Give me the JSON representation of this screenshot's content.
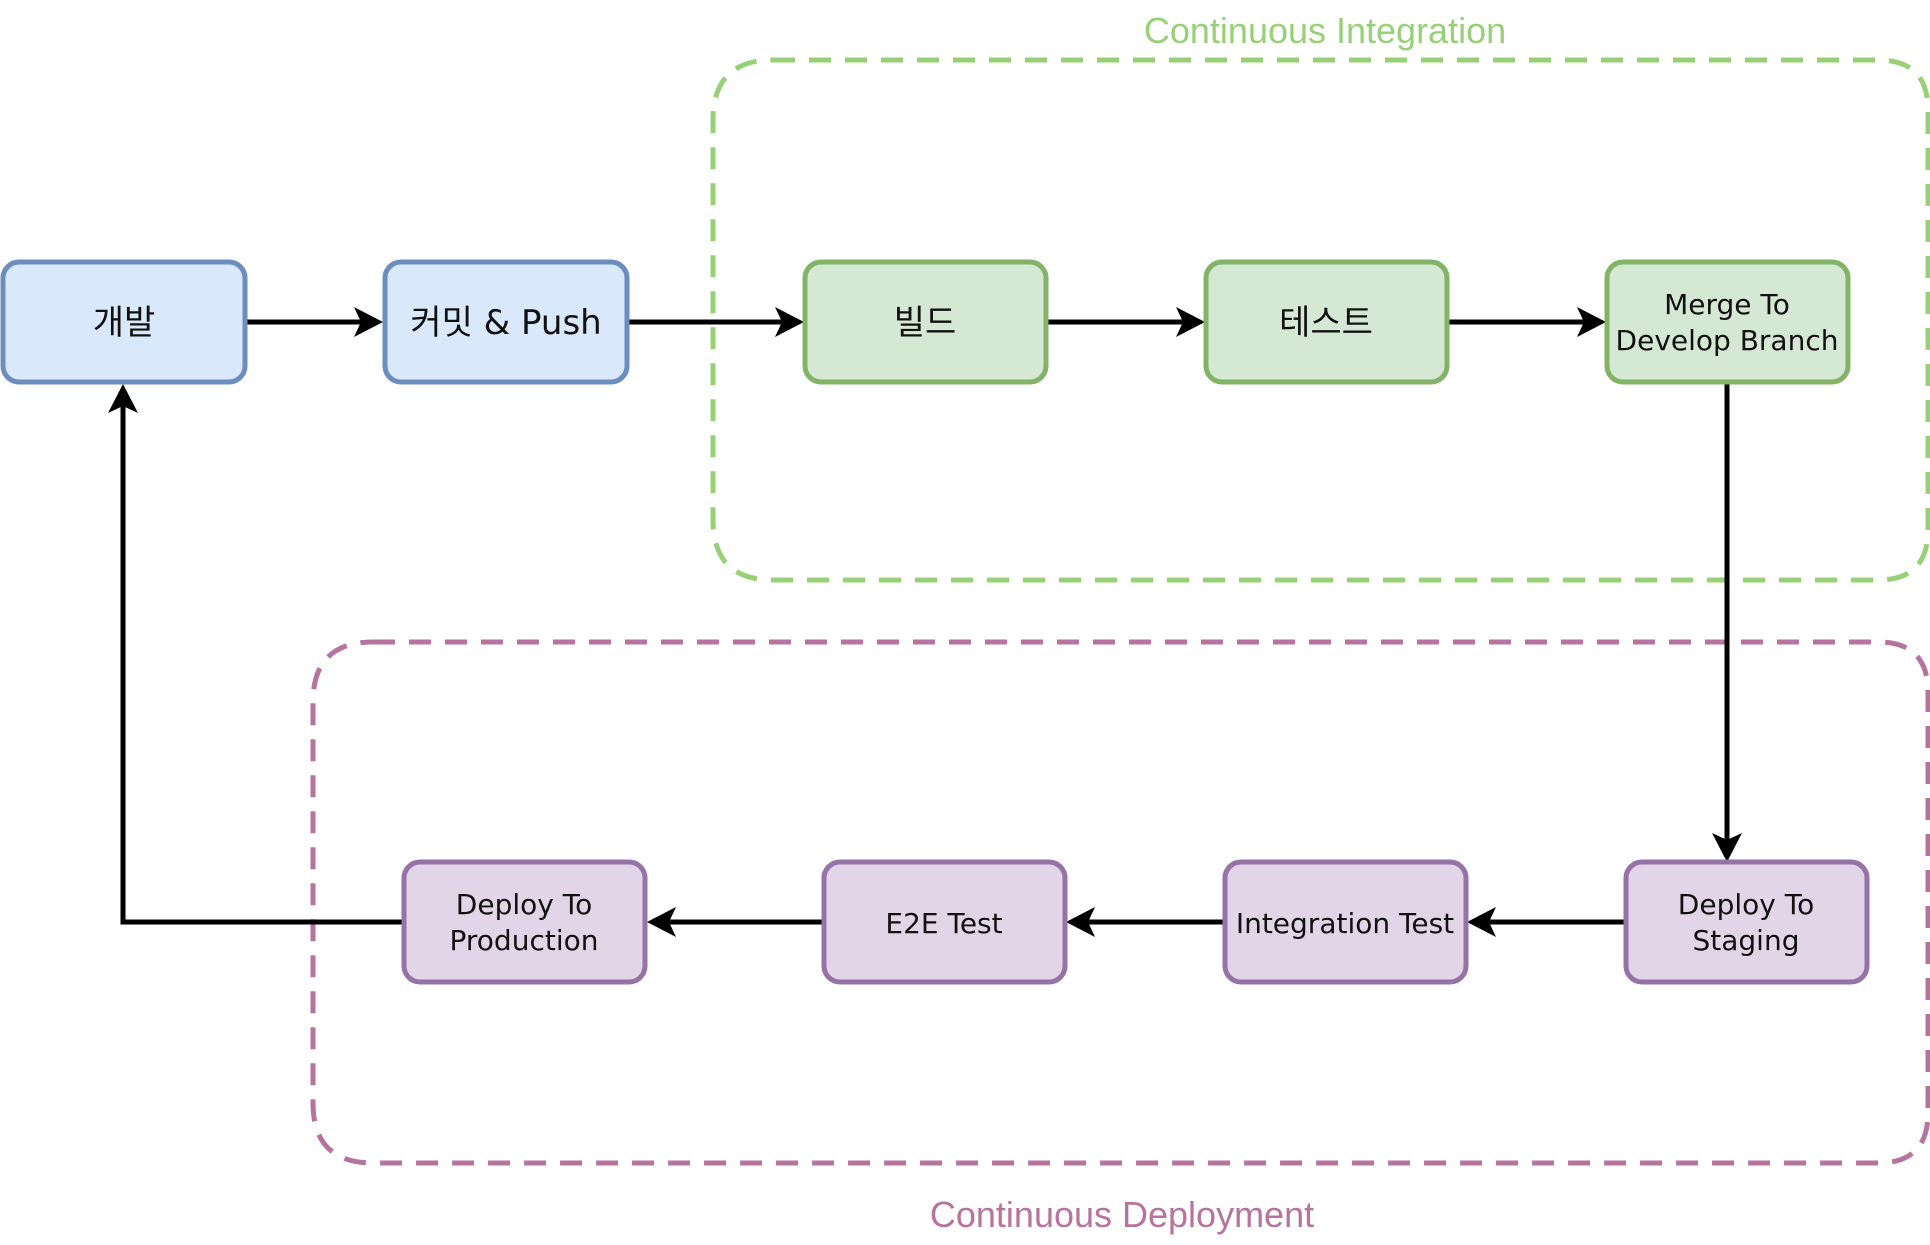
{
  "colors": {
    "ci_group": "#97d077",
    "cd_group": "#b5739d",
    "dev_fill": "#dae8fc",
    "dev_stroke": "#6c8ebf",
    "ci_fill": "#d5e8d4",
    "ci_stroke": "#82b366",
    "cd_fill": "#e1d5e7",
    "cd_stroke": "#9673a6"
  },
  "groups": {
    "ci": {
      "label": "Continuous Integration"
    },
    "cd": {
      "label": "Continuous Deployment"
    }
  },
  "nodes": {
    "develop": {
      "lines": [
        "개발"
      ]
    },
    "commit_push": {
      "lines": [
        "커밋 & Push"
      ]
    },
    "build": {
      "lines": [
        "빌드"
      ]
    },
    "test": {
      "lines": [
        "테스트"
      ]
    },
    "merge_develop": {
      "lines": [
        "Merge To",
        "Develop Branch"
      ]
    },
    "deploy_staging": {
      "lines": [
        "Deploy To",
        "Staging"
      ]
    },
    "integration_test": {
      "lines": [
        "Integration Test"
      ]
    },
    "e2e_test": {
      "lines": [
        "E2E Test"
      ]
    },
    "deploy_production": {
      "lines": [
        "Deploy To",
        "Production"
      ]
    }
  }
}
